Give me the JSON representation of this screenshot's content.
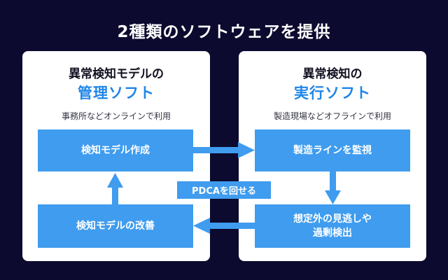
{
  "title": "2種類のソフトウェアを提供",
  "management": {
    "heading": "異常検知モデルの",
    "accent": "管理ソフト",
    "description": "事務所などオンラインで利用",
    "step_create": "検知モデル作成",
    "step_improve": "検知モデルの改善"
  },
  "execution": {
    "heading": "異常検知の",
    "accent": "実行ソフト",
    "description": "製造現場などオフラインで利用",
    "step_monitor": "製造ラインを監視",
    "step_detect_line1": "想定外の見逃しや",
    "step_detect_line2": "過剰検出"
  },
  "cycle_label": "PDCAを回せる",
  "colors": {
    "background": "#0c0a2e",
    "panel": "#ffffff",
    "accent": "#1f86e8",
    "box": "#3f9cee"
  }
}
